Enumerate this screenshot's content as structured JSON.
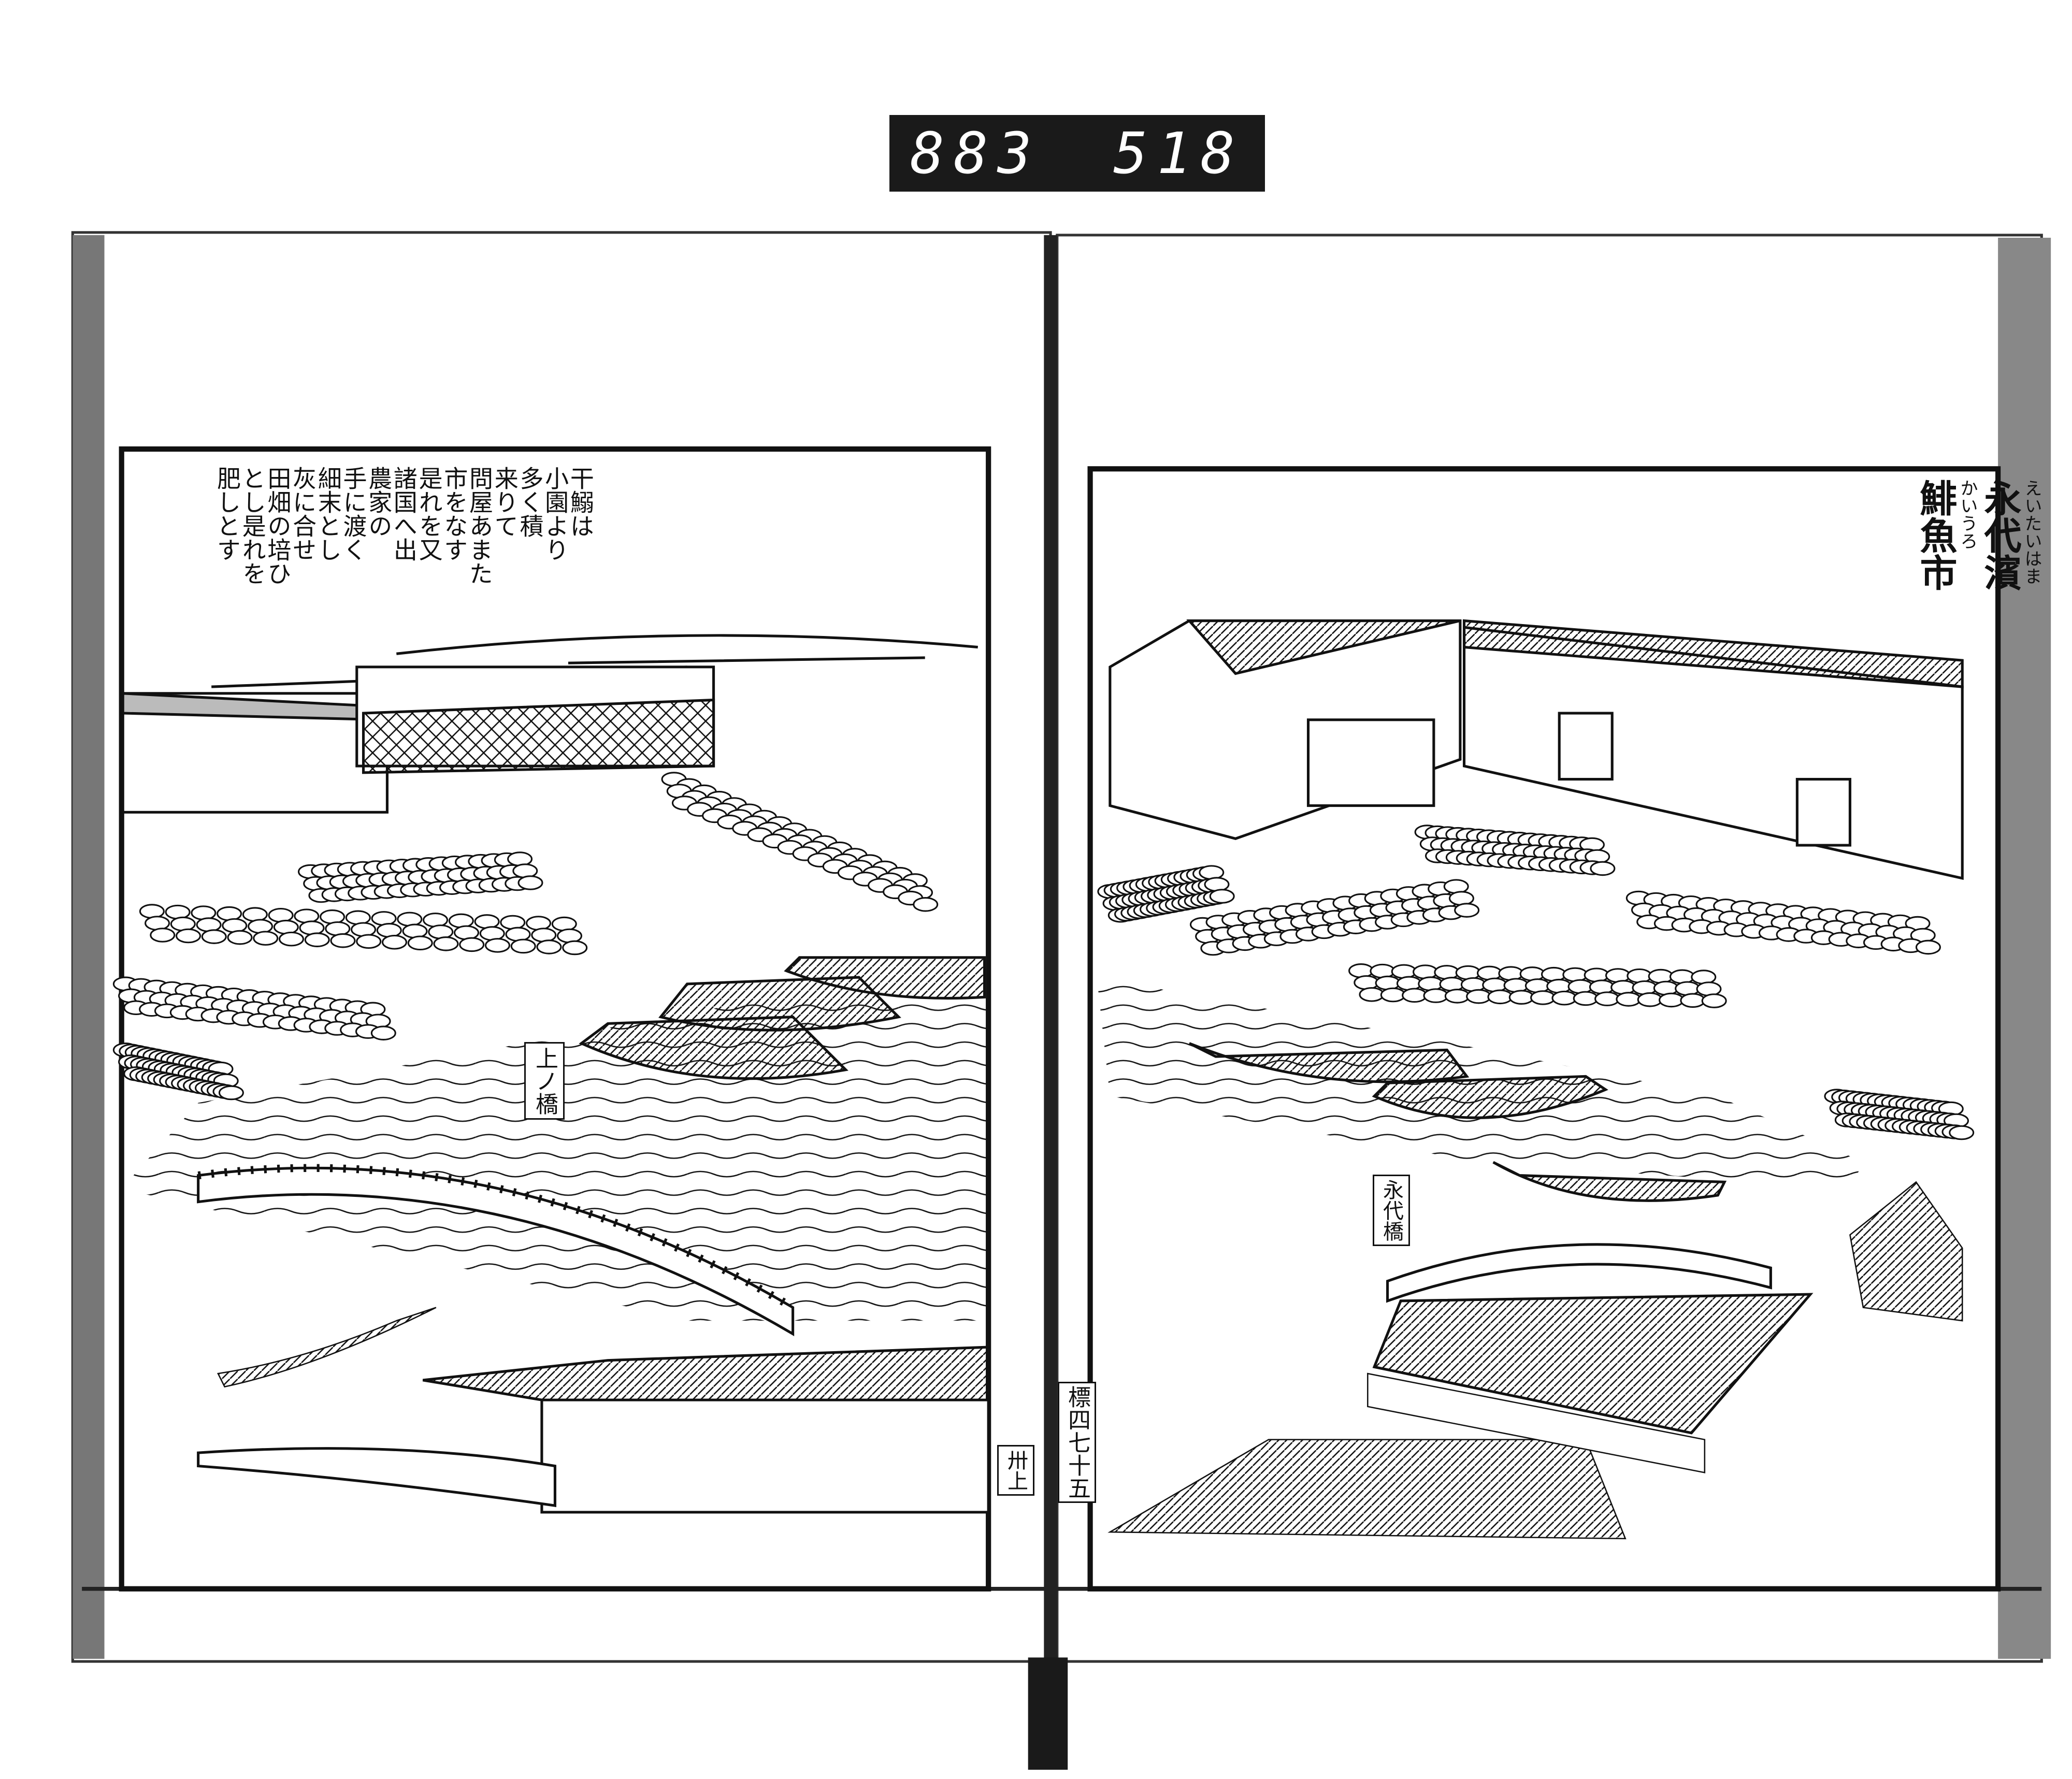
{
  "scan_tag": {
    "left_number": "883",
    "right_number": "518"
  },
  "left_page": {
    "text_columns": [
      "干鰯は",
      "小園より",
      "多く積",
      "来りて",
      "問屋あまた",
      "市をなす",
      "是れを又",
      "諸国へ出",
      "農家の",
      "手に渡く",
      "細末とし",
      "灰に合せ",
      "田畑の培ひ",
      "とし是れを",
      "肥しとす"
    ],
    "bridge_label": "上ノ橋",
    "page_marker": "卅上"
  },
  "right_page": {
    "title_ruby_1": "えいたいはま",
    "title_line_1": "永代濱",
    "title_ruby_2": "かいうろ",
    "title_line_2": "鯡魚市",
    "bridge_label": "永代橋",
    "page_marker": "標四七十五"
  }
}
